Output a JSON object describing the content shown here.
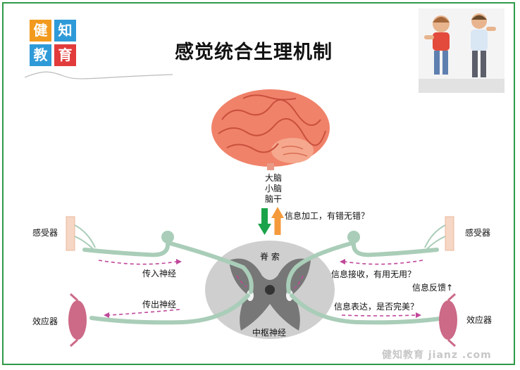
{
  "logo": {
    "chars": [
      "健",
      "知",
      "教",
      "育"
    ],
    "colors": [
      "#f29a1e",
      "#2f9ad8",
      "#2f9ad8",
      "#e23b3b"
    ]
  },
  "title": "感觉统合生理机制",
  "brain_labels": [
    "大脑",
    "小脑",
    "脑干"
  ],
  "labels": {
    "receptor_left": "感受器",
    "receptor_right": "感受器",
    "effector_left": "效应器",
    "effector_right": "效应器",
    "afferent": "传入神经",
    "efferent": "传出神经",
    "spinal_cord": "脊 索",
    "central_nerve": "中枢神经",
    "processing": "信息加工，有错无错？",
    "receiving": "信息接收，有用无用？",
    "feedback": "信息反馈↑",
    "expression": "信息表达，是否完美？"
  },
  "watermark": "健知教育 jianz .com",
  "colors": {
    "border": "#2e9a48",
    "nerve": "#a9cdb8",
    "arrow_dash": "#c0479a",
    "down_arrow": "#1aa34a",
    "up_arrow": "#f59a3b",
    "brain": "#f0826a"
  }
}
